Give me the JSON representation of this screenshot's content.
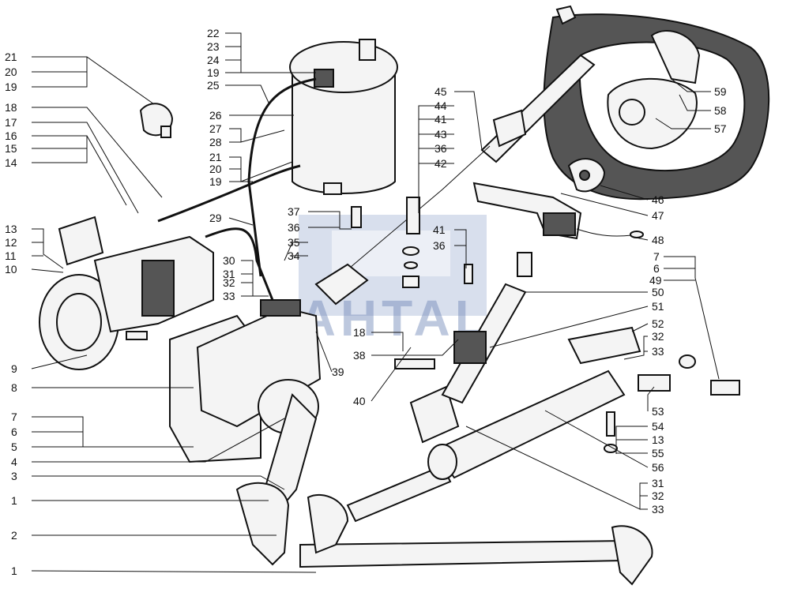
{
  "watermark": {
    "text": "SAHTAL",
    "color": "#6f86b8"
  },
  "labels": [
    "21",
    "20",
    "19",
    "18",
    "17",
    "16",
    "15",
    "14",
    "13",
    "12",
    "11",
    "10",
    "9",
    "8",
    "7",
    "6",
    "5",
    "4",
    "3",
    "1",
    "2",
    "1",
    "22",
    "23",
    "24",
    "19",
    "25",
    "26",
    "27",
    "28",
    "21",
    "20",
    "19",
    "29",
    "37",
    "36",
    "35",
    "34",
    "30",
    "31",
    "32",
    "33",
    "45",
    "44",
    "41",
    "43",
    "36",
    "42",
    "41",
    "36",
    "18",
    "38",
    "39",
    "40",
    "59",
    "58",
    "57",
    "46",
    "47",
    "48",
    "7",
    "6",
    "49",
    "50",
    "51",
    "52",
    "32",
    "33",
    "53",
    "54",
    "13",
    "55",
    "56",
    "31",
    "32",
    "33"
  ]
}
